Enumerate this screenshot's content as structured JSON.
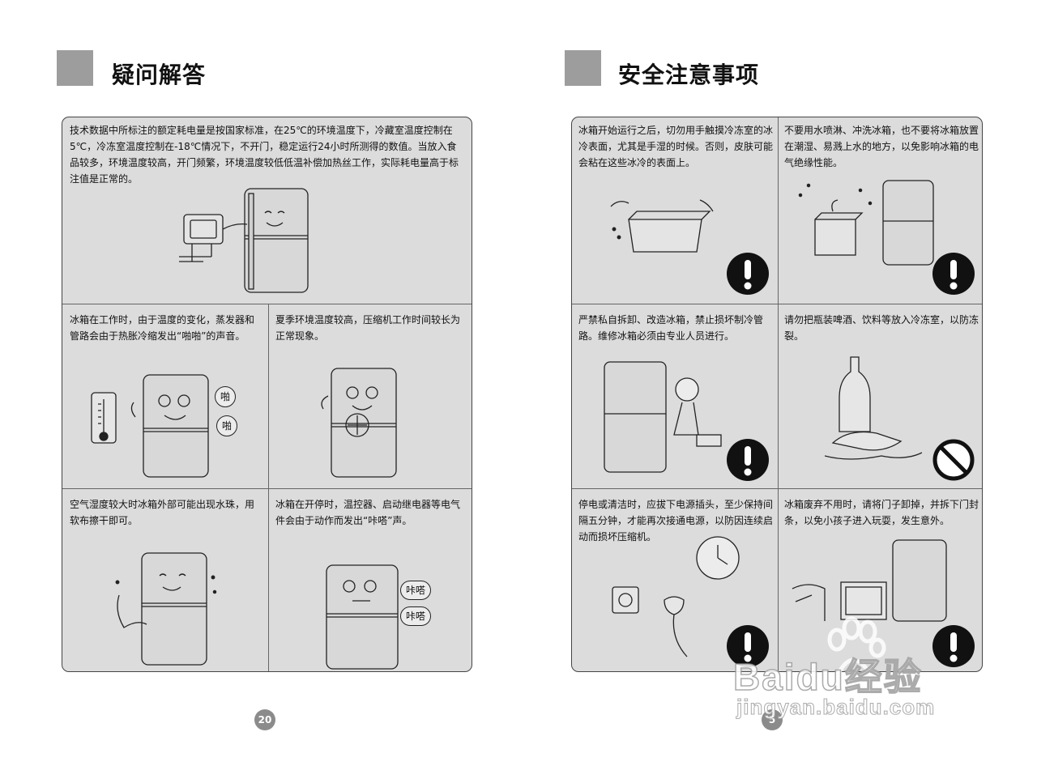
{
  "left_page": {
    "title": "疑问解答",
    "page_number": "20",
    "cells": [
      {
        "text": "技术数据中所标注的额定耗电量是按国家标准，在25℃的环境温度下，冷藏室温度控制在5℃，冷冻室温度控制在-18℃情况下，不开门，稳定运行24小时所测得的数值。当放入食品较多，环境温度较高，开门频繁，环境温度较低低温补偿加热丝工作，实际耗电量高于标注值是正常的。"
      },
      {
        "text": "冰箱在工作时，由于温度的变化，蒸发器和管路会由于热胀冷缩发出“啪啪”的声音。",
        "bubble1": "啪",
        "bubble2": "啪"
      },
      {
        "text": "夏季环境温度较高，压缩机工作时间较长为正常现象。"
      },
      {
        "text": "空气湿度较大时冰箱外部可能出现水珠，用软布擦干即可。"
      },
      {
        "text": "冰箱在开停时，温控器、启动继电器等电气件会由于动作而发出“咔嗒”声。",
        "bubble1": "咔嗒",
        "bubble2": "咔嗒"
      }
    ]
  },
  "right_page": {
    "title": "安全注意事项",
    "page_number": "5",
    "cells": [
      {
        "text": "冰箱开始运行之后，切勿用手触摸冷冻室的冰冷表面，尤其是手湿的时候。否则，皮肤可能会粘在这些冰冷的表面上。",
        "icon": "warning-icon"
      },
      {
        "text": "不要用水喷淋、冲洗冰箱，也不要将冰箱放置在潮湿、易溅上水的地方，以免影响冰箱的电气绝缘性能。",
        "icon": "warning-icon"
      },
      {
        "text": "严禁私自拆卸、改造冰箱，禁止损坏制冷管路。维修冰箱必须由专业人员进行。",
        "icon": "warning-icon"
      },
      {
        "text": "请勿把瓶装啤酒、饮料等放入冷冻室，以防冻裂。",
        "icon": "prohibited-icon"
      },
      {
        "text": "停电或清洁时，应拔下电源插头，至少保持间隔五分钟，才能再次接通电源，以防因连续启动而损坏压缩机。",
        "icon": "warning-icon"
      },
      {
        "text": "冰箱废弃不用时，请将门子卸掉，并拆下门封条，以免小孩子进入玩耍，发生意外。",
        "icon": "warning-icon"
      }
    ]
  },
  "watermark": {
    "brand": "Baidu经验",
    "url": "jingyan.baidu.com"
  },
  "colors": {
    "panel_bg": "#dcdcdc",
    "header_square": "#9d9d9d",
    "page_badge": "#8b8b8b",
    "icon": "#111111"
  }
}
